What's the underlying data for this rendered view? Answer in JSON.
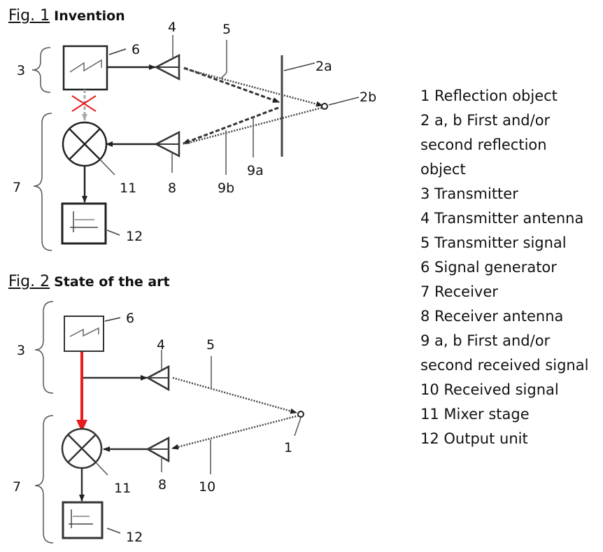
{
  "figures": [
    {
      "number": "Fig. 1",
      "title": "Invention",
      "labels": {
        "transmitter": "3",
        "signal_generator": "6",
        "transmitter_antenna": "4",
        "transmitter_signal": "5",
        "reflection_object_a": "2a",
        "reflection_object_b": "2b",
        "receiver": "7",
        "mixer": "11",
        "receiver_antenna": "8",
        "received_signal_b": "9b",
        "received_signal_a": "9a",
        "output_unit": "12"
      },
      "generator_to_mixer_link": "blocked",
      "link_color": "#e81c1c"
    },
    {
      "number": "Fig. 2",
      "title": "State of the art",
      "labels": {
        "transmitter": "3",
        "signal_generator": "6",
        "transmitter_antenna": "4",
        "transmitter_signal": "5",
        "reflection_object": "1",
        "receiver": "7",
        "mixer": "11",
        "receiver_antenna": "8",
        "received_signal": "10",
        "output_unit": "12"
      },
      "generator_to_mixer_link": "direct",
      "link_color": "#e81c1c"
    }
  ],
  "legend": [
    "1 Reflection object",
    "2 a, b First and/or",
    "second reflection",
    "object",
    "3 Transmitter",
    "4 Transmitter antenna",
    "5 Transmitter signal",
    "6 Signal generator",
    "7 Receiver",
    "8 Receiver antenna",
    "9 a, b First and/or",
    "second received signal",
    "10 Received signal",
    "11 Mixer stage",
    "12 Output unit"
  ]
}
